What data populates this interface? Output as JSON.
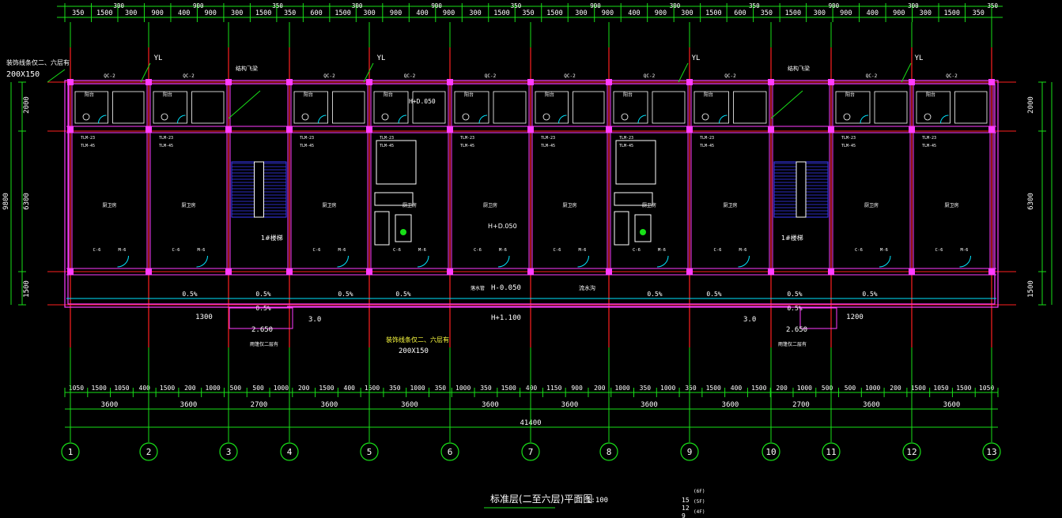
{
  "drawing": {
    "title": "标准层(二至六层)平面图",
    "scale": "1:100"
  },
  "axes": [
    "1",
    "2",
    "3",
    "4",
    "5",
    "6",
    "7",
    "8",
    "9",
    "10",
    "11",
    "12",
    "13"
  ],
  "dims": {
    "top_row": [
      "350",
      "1500",
      "300",
      "900",
      "400",
      "900",
      "300",
      "1500",
      "350",
      "600",
      "1500",
      "300",
      "900",
      "400",
      "900",
      "300",
      "1500",
      "350",
      "1500",
      "300",
      "900",
      "400",
      "900",
      "300",
      "1500",
      "600",
      "350",
      "1500",
      "300",
      "900",
      "400",
      "900",
      "300",
      "1500",
      "350"
    ],
    "bottom_row1": [
      "1050",
      "1500",
      "1050",
      "400",
      "1500",
      "200",
      "1000",
      "500",
      "500",
      "1000",
      "200",
      "1500",
      "400",
      "1500",
      "350",
      "1000",
      "350",
      "1000",
      "350",
      "1500",
      "400",
      "1150",
      "900",
      "200",
      "1000",
      "350",
      "1000",
      "350",
      "1500",
      "400",
      "1500",
      "200",
      "1000",
      "500",
      "500",
      "1000",
      "200",
      "1500",
      "1050",
      "1500",
      "1050"
    ],
    "bottom_bays": [
      "3600",
      "3600",
      "2700",
      "3600",
      "3600",
      "3600",
      "3600",
      "3600",
      "3600",
      "2700",
      "3600",
      "3600"
    ],
    "total": "41400",
    "left_segments": [
      "2000",
      "6300",
      "1500"
    ],
    "left_total": "9800",
    "right_segments": [
      "2000",
      "6300",
      "1500"
    ],
    "canopy_left": "1300",
    "canopy_right": "1200"
  },
  "labels": {
    "decor_line_tl": "装饰线条仅二、六层有",
    "decor_size_tl": "200X150",
    "decor_line_bottom": "装饰线条仅二、六层有",
    "decor_size_bottom": "200X150",
    "yl": "YL",
    "stair_flight": "结构飞梁",
    "stair_name": "1#楼梯",
    "balcony": "阳台",
    "room": "厨卫房",
    "level_up": "H+D.050",
    "level_corridor": "H-0.050",
    "level_entry": "H+1.100",
    "slope": "0.5%",
    "rain_pipe": "落水管",
    "gutter": "流水沟",
    "canopy_left_num": "2.650",
    "canopy_right_num": "2.650",
    "canopy_note": "雨篷仅二层有",
    "stair_h": "3.0",
    "door_m": "M-6",
    "win_c": "C-6",
    "glass_qc": "QC-2",
    "floor_heights": [
      "15",
      "12",
      "9"
    ],
    "floor_tags": [
      "(6F)",
      "(5F)",
      "(4F)"
    ]
  },
  "colors": {
    "bg": "#000000",
    "axis": "#ff2020",
    "wall": "#ff3cff",
    "dim": "#18e018",
    "text": "#ffffff",
    "stair": "#3a3aff",
    "cyan": "#00e5ff",
    "yellow": "#ffff40"
  }
}
